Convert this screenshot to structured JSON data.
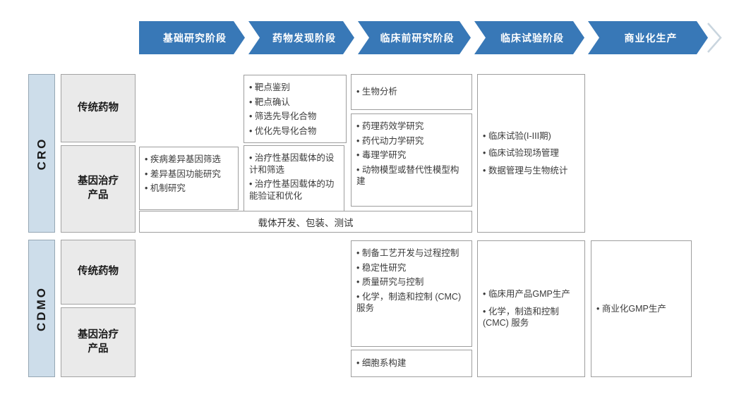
{
  "stages": [
    "基础研究阶段",
    "药物发现阶段",
    "临床前研究阶段",
    "临床试验阶段",
    "商业化生产"
  ],
  "cro": {
    "label": "CRO",
    "rows": {
      "traditional": "传统药物",
      "gene_therapy": "基因治疗\n产品"
    },
    "basic_research_gene": {
      "items": [
        "疾病差异基因筛选",
        "差异基因功能研究",
        "机制研究"
      ]
    },
    "discovery_traditional": {
      "items": [
        "靶点鉴别",
        "靶点确认",
        "筛选先导化合物",
        "优化先导化合物"
      ]
    },
    "discovery_gene": {
      "items": [
        "治疗性基因载体的设计和筛选",
        "治疗性基因载体的功能验证和优化"
      ]
    },
    "preclinical_bioanalysis": {
      "items": [
        "生物分析"
      ]
    },
    "preclinical_studies": {
      "items": [
        "药理药效学研究",
        "药代动力学研究",
        "毒理学研究",
        "动物模型或替代性模型构建"
      ]
    },
    "vector_strip": "载体开发、包装、测试",
    "clinical_trials": {
      "items": [
        "临床试验(I-III期)",
        "临床试验现场管理",
        "数据管理与生物统计"
      ]
    }
  },
  "cdmo": {
    "label": "CDMO",
    "rows": {
      "traditional": "传统药物",
      "gene_therapy": "基因治疗\n产品"
    },
    "preclinical_cmc": {
      "items": [
        "制备工艺开发与过程控制",
        "稳定性研究",
        "质量研究与控制",
        "化学，制造和控制 (CMC) 服务"
      ]
    },
    "cell_line": {
      "items": [
        "细胞系构建"
      ]
    },
    "clinical_gmp": {
      "items": [
        "临床用产品GMP生产",
        "化学，制造和控制 (CMC) 服务"
      ]
    },
    "commercial_gmp": {
      "items": [
        "商业化GMP生产"
      ]
    }
  },
  "colors": {
    "stage_blue": "#3878B7",
    "section_bar": "#CDDDEA",
    "row_header": "#EAEAEA"
  }
}
